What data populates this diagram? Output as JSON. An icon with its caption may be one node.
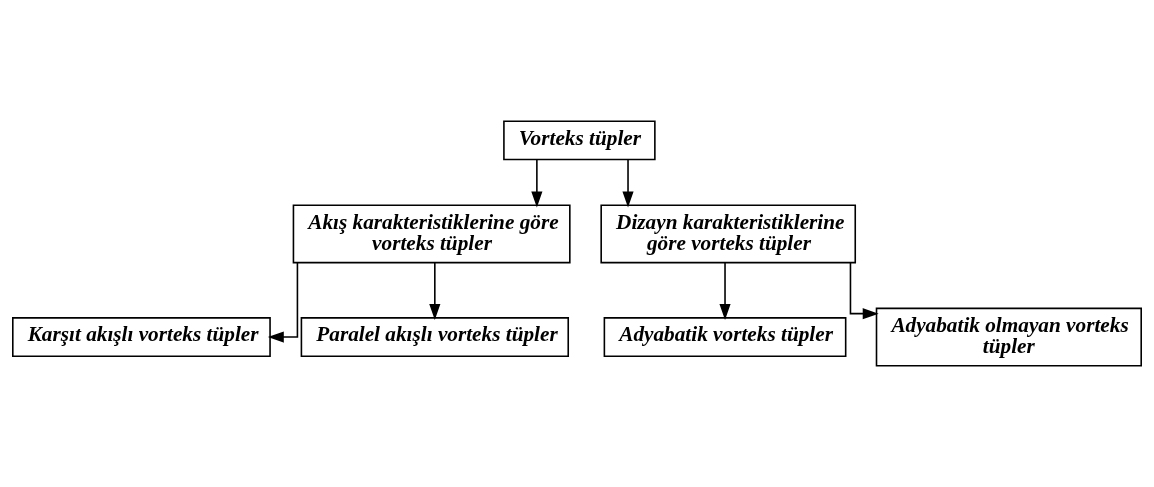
{
  "diagram": {
    "nodes": [
      {
        "text": [
          "Vorteks tüpler"
        ]
      },
      {
        "text": [
          "Akış karakteristiklerine göre vorteks tüpler"
        ]
      },
      {
        "text": [
          "Dizayn karakteristiklerine göre vorteks tüpler"
        ]
      },
      {
        "text": [
          "Karşıt akışlı vorteks tüpler"
        ]
      },
      {
        "text": [
          "Paralel akışlı vorteks tüpler"
        ]
      },
      {
        "text": [
          "Adyabatik vorteks tüpler"
        ]
      },
      {
        "text": [
          "Adyabatik olmayan vorteks tüpler"
        ]
      }
    ],
    "edges": [
      {
        "from": 0,
        "to": 1,
        "arrow": "to"
      },
      {
        "from": 0,
        "to": 2,
        "arrow": "to"
      },
      {
        "from": 1,
        "to": 3,
        "arrow": "to"
      },
      {
        "from": 1,
        "to": 4,
        "arrow": "to"
      },
      {
        "from": 2,
        "to": 5,
        "arrow": "to"
      },
      {
        "from": 2,
        "to": 6,
        "arrow": "to"
      }
    ]
  }
}
